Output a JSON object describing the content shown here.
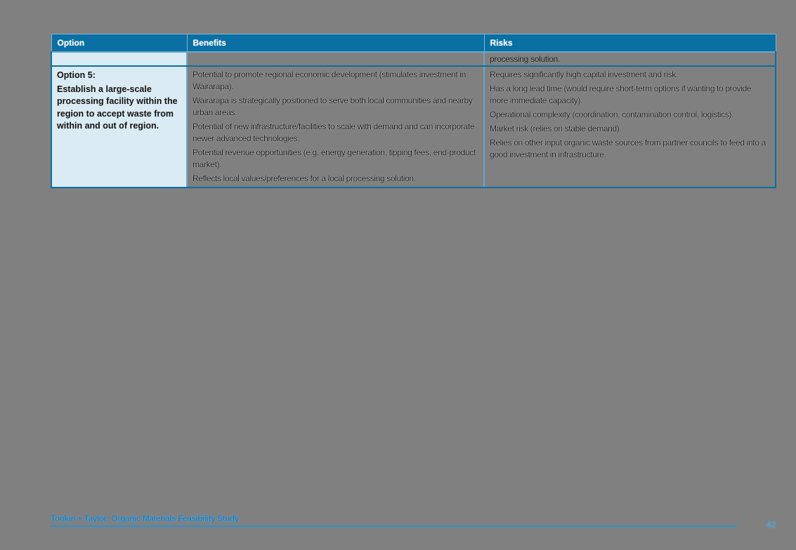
{
  "table": {
    "headers": {
      "option": "Option",
      "benefits": "Benefits",
      "risks": "Risks"
    },
    "continuation_row": {
      "option": "",
      "benefits": "",
      "risks": "processing solution."
    },
    "rows": [
      {
        "option_title": "Option 5:",
        "option_description": "Establish a large-scale processing facility within the region to accept waste from within and out of region.",
        "benefits": [
          "Potential to promote regional economic development (stimulates investment in Wairarapa).",
          "Wairarapa is strategically positioned to serve both local communities and nearby urban areas.",
          "Potential of new infrastructure/facilities to scale with demand and can incorporate newer advanced technologies.",
          "Potential revenue opportunities (e.g. energy generation, tipping fees, end-product market).",
          "Reflects local values/preferences for a local processing solution."
        ],
        "risks": [
          "Requires significantly high capital investment and risk.",
          "Has a long lead time (would require short-term options if wanting to provide more immediate capacity).",
          "Operational complexity (coordination, contamination control, logistics).",
          "Market risk (relies on stable demand).",
          "Relies on other input organic waste sources from partner councils to feed into a good investment in infrastructure."
        ]
      }
    ]
  },
  "footer": {
    "title": "Tonkin + Taylor: Organic Materials Feasibility Study",
    "page_number": "42"
  },
  "colors": {
    "page_background": "#808080",
    "header_fill": "#0a6fa3",
    "option_cell_fill": "#daebf3",
    "footer_accent": "#2a93cf"
  }
}
